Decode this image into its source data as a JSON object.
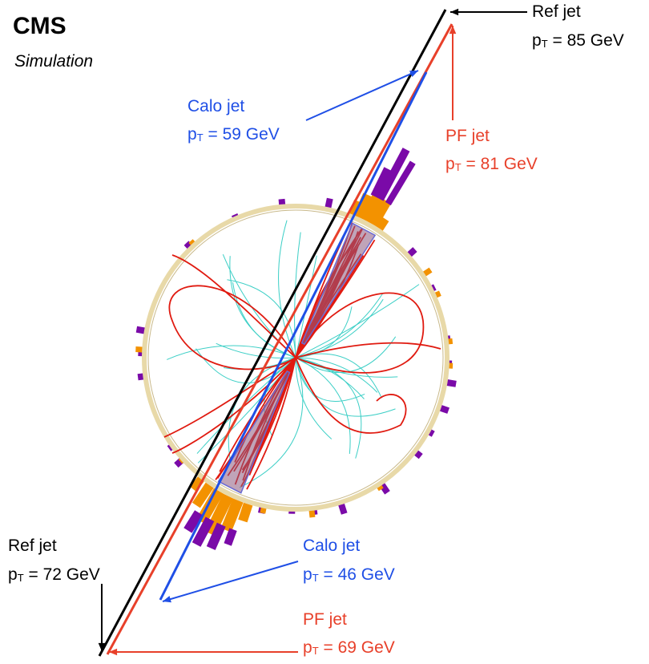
{
  "header": {
    "experiment": "CMS",
    "subtitle": "Simulation"
  },
  "labels": {
    "ref_top": {
      "name": "Ref jet",
      "pt_prefix": "p",
      "pt_sub": "T",
      "pt_value": " = 85 GeV"
    },
    "calo_top": {
      "name": "Calo jet",
      "pt_prefix": "p",
      "pt_sub": "T",
      "pt_value": " = 59 GeV"
    },
    "pf_top": {
      "name": "PF jet",
      "pt_prefix": "p",
      "pt_sub": "T",
      "pt_value": " = 81 GeV"
    },
    "ref_bottom": {
      "name": "Ref jet",
      "pt_prefix": "p",
      "pt_sub": "T",
      "pt_value": " = 72 GeV"
    },
    "calo_bottom": {
      "name": "Calo jet",
      "pt_prefix": "p",
      "pt_sub": "T",
      "pt_value": " = 46 GeV"
    },
    "pf_bottom": {
      "name": "PF jet",
      "pt_prefix": "p",
      "pt_sub": "T",
      "pt_value": " = 69 GeV"
    }
  },
  "colors": {
    "ref_jet": "#000000",
    "calo_jet": "#1f4fe6",
    "pf_jet": "#e8402a",
    "charged_track": "#e01a10",
    "soft_track": "#3ccfc6",
    "ecal": "#f39200",
    "hcal": "#7a0aa8",
    "jet_cone": "#8c5a7e",
    "detector_ring": "#e8d9a8"
  }
}
